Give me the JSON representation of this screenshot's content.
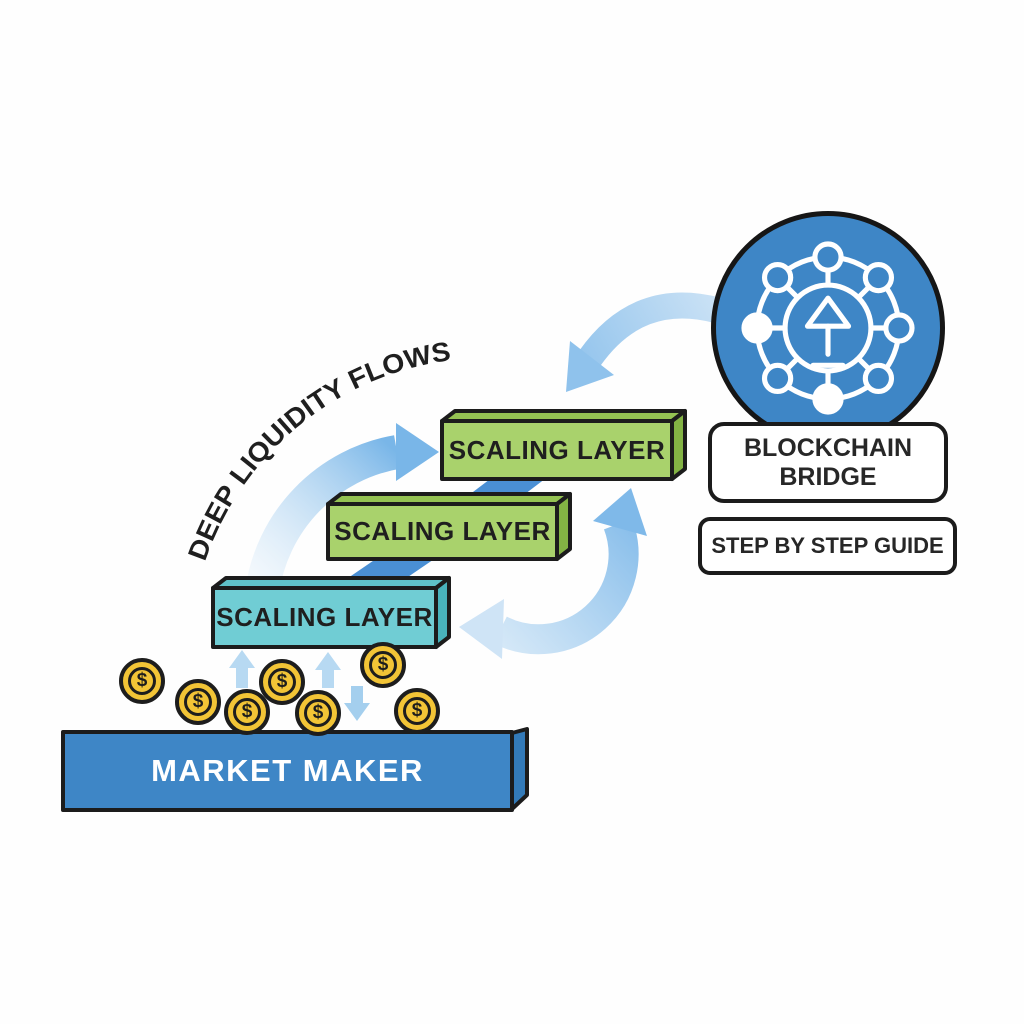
{
  "diagram": {
    "curved_label": "DEEP LIQUIDITY FLOWS",
    "scaling_layers": [
      {
        "position": "top",
        "label": "SCALING LAYER",
        "color": "green"
      },
      {
        "position": "middle",
        "label": "SCALING LAYER",
        "color": "green"
      },
      {
        "position": "bottom",
        "label": "SCALING LAYER",
        "color": "teal"
      }
    ],
    "market_maker_label": "MARKET MAKER",
    "bridge_label": "BLOCKCHAIN BRIDGE",
    "guide_label": "STEP BY STEP GUIDE",
    "coin_symbol": "$",
    "coin_count": 7
  },
  "icons": {
    "bridge_icon": "network-upload-icon",
    "coin_icon": "dollar-coin-icon"
  },
  "colors": {
    "primary_blue": "#3e86c6",
    "blue_side": "#337ab8",
    "green_front": "#a9d26c",
    "green_top": "#95c353",
    "green_side": "#83b344",
    "teal_front": "#70cdd4",
    "teal_top": "#5fc2c9",
    "teal_side": "#49b3bc",
    "ribbon_blue": "#4a8fd4",
    "arrow_blue": "#79b6e8",
    "arrow_light_blue": "#b7d9f2",
    "arrow_down_blue": "#a4cfee",
    "coin_gold": "#f2c436",
    "outline_dark": "#1c1c1c",
    "label_text": "#1f1f1f",
    "background": "#fefefe"
  }
}
